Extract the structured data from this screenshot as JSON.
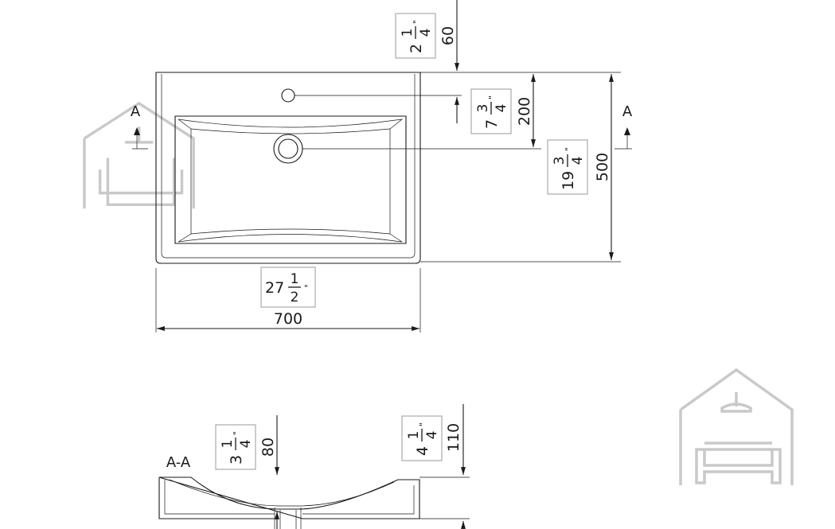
{
  "top_view": {
    "width_mm": "700",
    "width_in": {
      "whole": "27",
      "num": "1",
      "den": "2",
      "mark": "\""
    },
    "depth_mm": "500",
    "depth_in": {
      "whole": "19",
      "num": "3",
      "den": "4",
      "mark": "\""
    },
    "drain_offset_mm": "200",
    "drain_offset_in": {
      "whole": "7",
      "num": "3",
      "den": "4",
      "mark": "\""
    },
    "tap_offset_mm": "60",
    "tap_offset_in": {
      "whole": "2",
      "num": "1",
      "den": "4",
      "mark": "\""
    },
    "section_marker_left": "A",
    "section_marker_right": "A"
  },
  "section_view": {
    "title": "A-A",
    "height_mm": "110",
    "height_in": {
      "whole": "4",
      "num": "1",
      "den": "4",
      "mark": "\""
    },
    "bowl_depth_mm": "80",
    "bowl_depth_in": {
      "whole": "3",
      "num": "1",
      "den": "4",
      "mark": "\""
    }
  },
  "watermark": {
    "icon": "house-sofa-logo-icon"
  }
}
